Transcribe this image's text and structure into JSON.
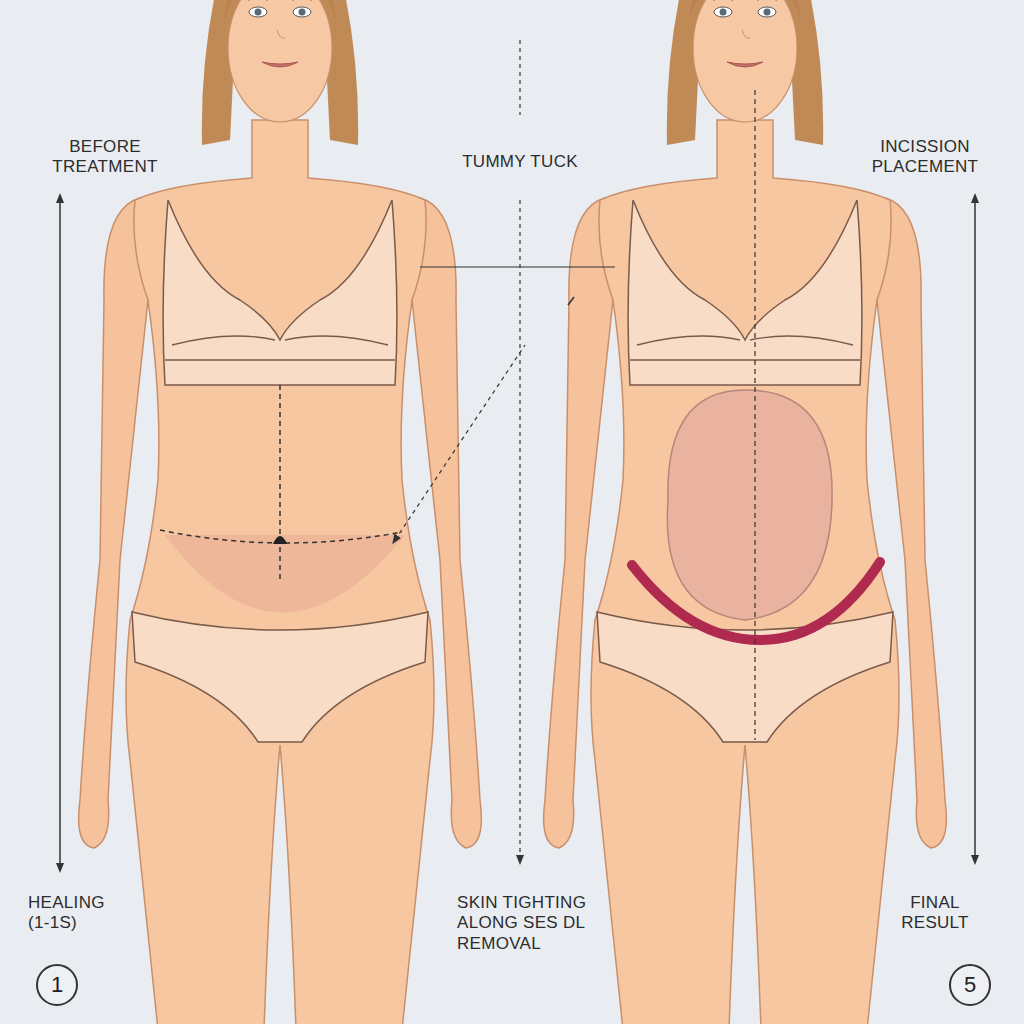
{
  "diagram": {
    "nodes": [
      {
        "text": [
          "1"
        ]
      },
      {
        "text": [
          "5"
        ]
      }
    ],
    "labels": [
      "BEFORE TREATMENT",
      "TUMMY TUCK",
      "INCISSION PLACEMENT",
      "HEALING (1-1S)",
      "SKIN TIGHTING ALONG SES DL REMOVAL",
      "FINAL RESULT"
    ]
  }
}
